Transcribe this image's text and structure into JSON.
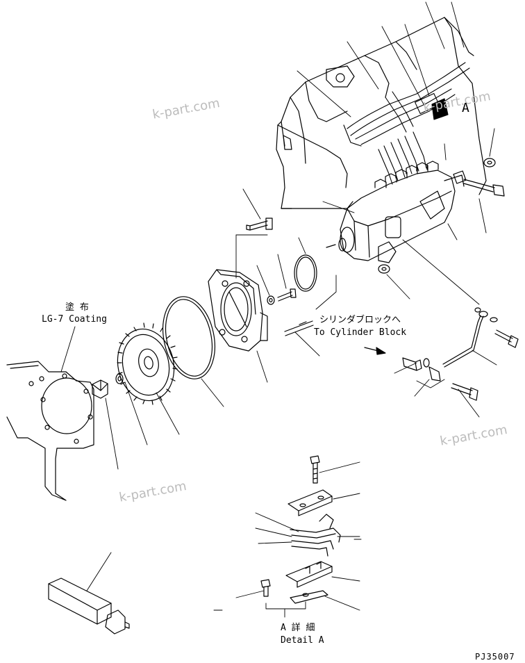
{
  "watermark": "k-part.com",
  "annotations": {
    "coating_jp": "塗 布",
    "coating_en": "LG-7 Coating",
    "cylinder_jp": "シリンダブロックへ",
    "cylinder_en": "To Cylinder Block",
    "detail_jp": "A 詳 細",
    "detail_en": "Detail A",
    "view_marker": "A"
  },
  "drawing_number": "PJ35007",
  "colors": {
    "line": "#000000",
    "watermark": "#bcbcbc",
    "background": "#ffffff"
  }
}
